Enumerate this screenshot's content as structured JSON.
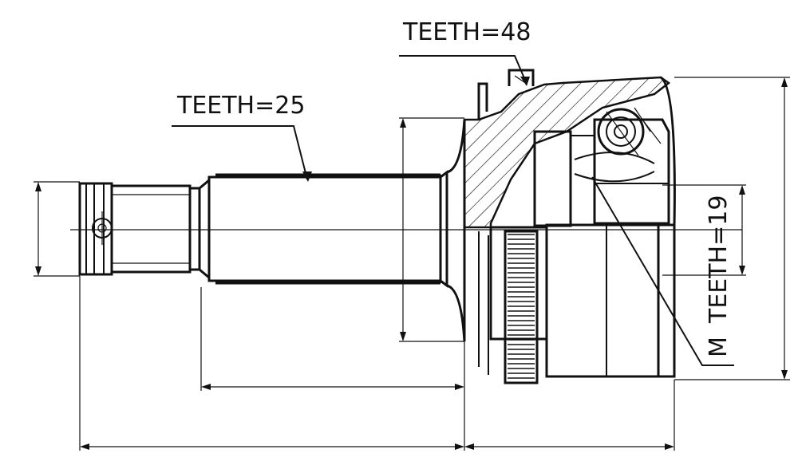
{
  "labels": {
    "teeth_48": "TEETH=48",
    "teeth_25": "TEETH=25",
    "teeth_19": "TEETH=19",
    "m": "M"
  },
  "colors": {
    "ink": "#111111",
    "background": "#ffffff"
  }
}
